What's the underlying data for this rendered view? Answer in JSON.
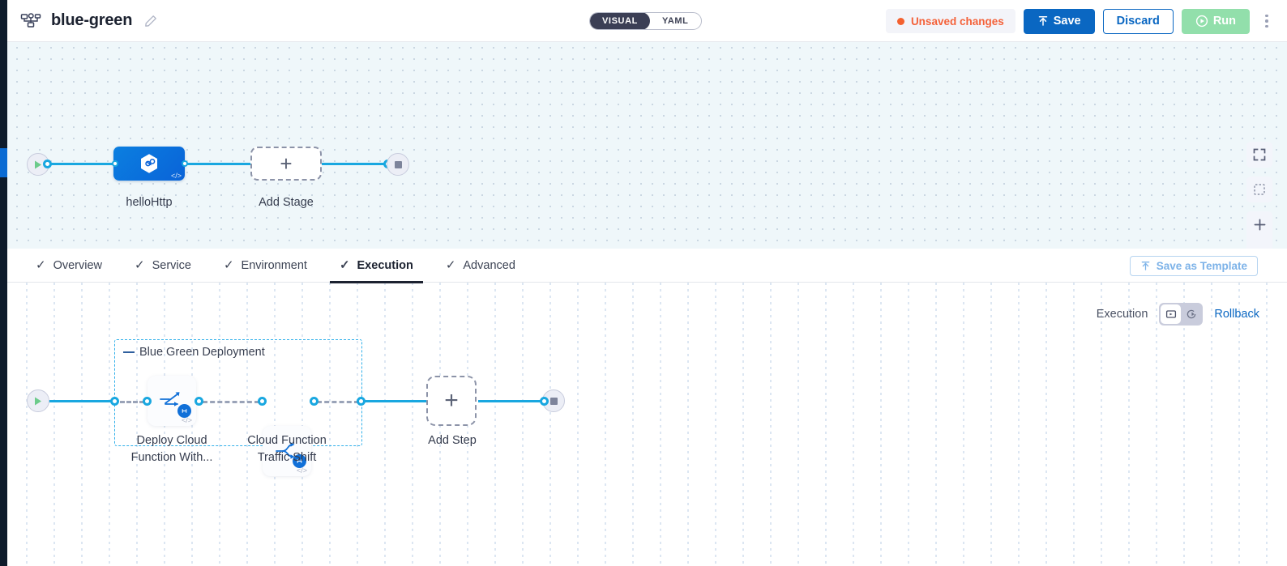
{
  "header": {
    "pipeline_icon": "pipeline-nodes-icon",
    "title": "blue-green",
    "edit_icon": "pencil-icon",
    "view_toggle": {
      "visual_label": "VISUAL",
      "yaml_label": "YAML",
      "selected": "VISUAL"
    },
    "unsaved_label": "Unsaved changes",
    "unsaved_color": "#f4612f",
    "save_label": "Save",
    "save_icon": "upload-arrow-icon",
    "save_color": "#0a67c2",
    "discard_label": "Discard",
    "run_label": "Run",
    "run_icon": "play-circle-icon",
    "run_color": "#92dfab",
    "menu_icon": "kebab-menu-icon"
  },
  "canvas_top": {
    "background_color": "#eff7fa",
    "start_icon": "play-triangle-icon",
    "end_icon": "stop-square-icon",
    "stage": {
      "label": "helloHttp",
      "icon": "cloud-function-hexagon-icon",
      "code_badge": "</>",
      "color": "#0a63d8"
    },
    "add_stage_label": "Add Stage",
    "add_stage_icon": "plus-icon"
  },
  "nav_controls": {
    "fit_screen_icon": "fit-to-screen-icon",
    "select_area_icon": "select-area-icon",
    "zoom_in_icon": "plus-icon",
    "zoom_out_icon": "minus-icon"
  },
  "tabs": {
    "items": [
      {
        "label": "Overview",
        "check_icon": "check-icon",
        "active": false
      },
      {
        "label": "Service",
        "check_icon": "check-icon",
        "active": false
      },
      {
        "label": "Environment",
        "check_icon": "check-icon",
        "active": false
      },
      {
        "label": "Execution",
        "check_icon": "check-icon",
        "active": true
      },
      {
        "label": "Advanced",
        "check_icon": "check-icon",
        "active": false
      }
    ],
    "save_as_template_label": "Save as Template",
    "save_as_template_icon": "upload-arrow-icon"
  },
  "execution_toolbar": {
    "execution_label": "Execution",
    "execution_icon": "execution-play-box-icon",
    "rollback_icon": "rollback-rotate-icon",
    "rollback_label": "Rollback",
    "selected": "Execution",
    "link_color": "#0a67c2"
  },
  "canvas_bottom": {
    "start_icon": "play-triangle-icon",
    "end_icon": "stop-square-icon",
    "group": {
      "title": "Blue Green Deployment",
      "border_color": "#31b0ea",
      "steps": [
        {
          "label": "Deploy Cloud Function With...",
          "line1": "Deploy Cloud",
          "line2": "Function With...",
          "icon": "deploy-cloud-function-icon",
          "badge": "k8s-badge",
          "code_badge": "</>"
        },
        {
          "label": "Cloud Function Traffic Shift",
          "line1": "Cloud Function",
          "line2": "Traffic Shift",
          "icon": "traffic-shift-branch-icon",
          "badge": "k8s-badge",
          "code_badge": "</>"
        }
      ]
    },
    "add_step_label": "Add Step",
    "add_step_icon": "plus-icon"
  }
}
